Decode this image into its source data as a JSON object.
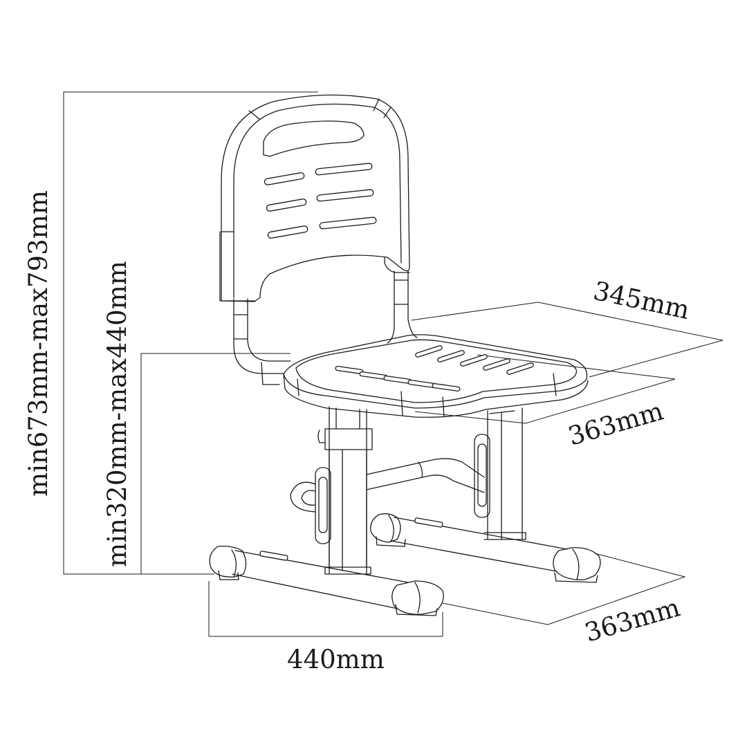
{
  "figure": {
    "subject": "child-height-adjustable-chair",
    "line_color": "#1a1a1a",
    "background": "#ffffff"
  },
  "dimensions": {
    "overall_height": "min673mm-max793mm",
    "seat_height": "min320mm-max440mm",
    "seat_width": "345mm",
    "seat_depth": "363mm",
    "base_depth": "363mm",
    "base_width": "440mm"
  }
}
